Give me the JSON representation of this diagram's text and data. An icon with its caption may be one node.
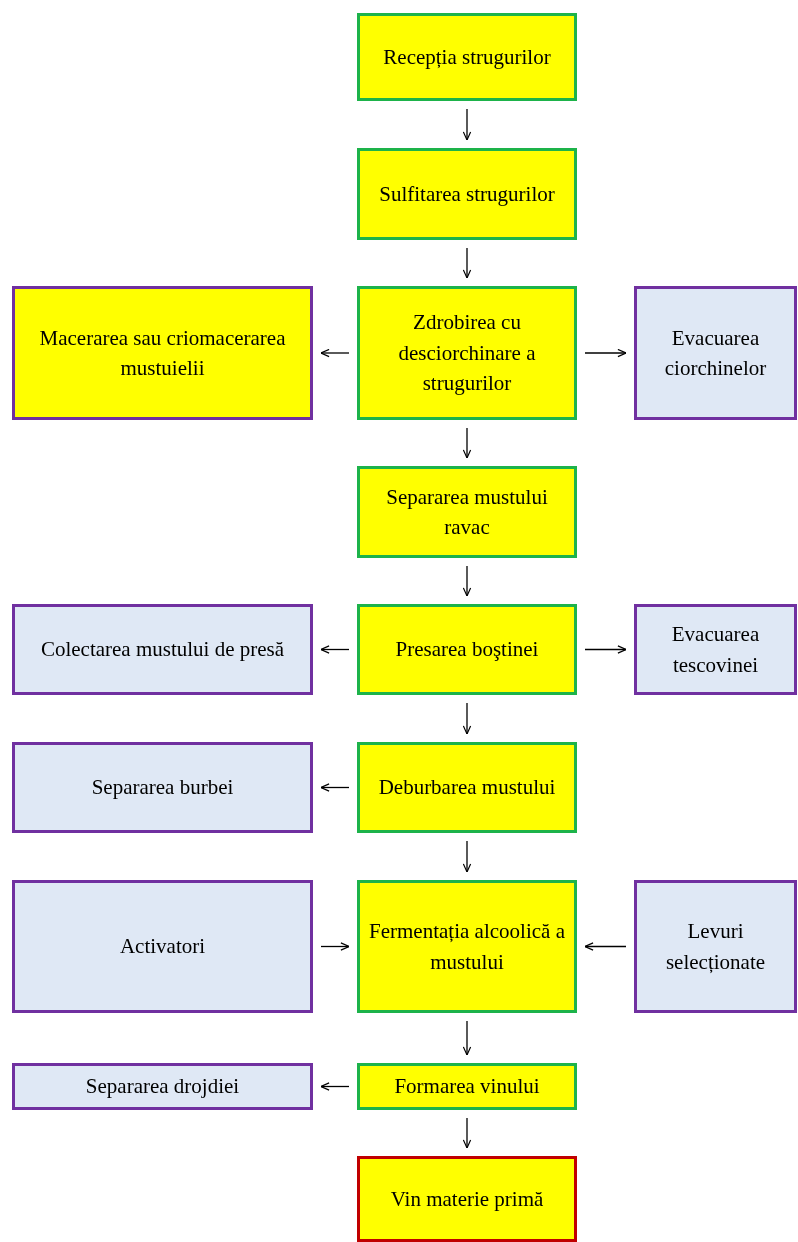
{
  "diagram": {
    "nodes": [
      {
        "text": [
          "Recepția strugurilor"
        ]
      },
      {
        "text": [
          "Sulfitarea strugurilor"
        ]
      },
      {
        "text": [
          "Macerarea sau criomacerarea  mustuielii"
        ]
      },
      {
        "text": [
          "Zdrobirea cu desciorchinare a strugurilor"
        ]
      },
      {
        "text": [
          "Evacuarea ciorchinelor"
        ]
      },
      {
        "text": [
          "Separarea mustului ravac"
        ]
      },
      {
        "text": [
          "Colectarea mustului de presă"
        ]
      },
      {
        "text": [
          "Presarea boştinei"
        ]
      },
      {
        "text": [
          "Evacuarea tescovinei"
        ]
      },
      {
        "text": [
          "Separarea burbei"
        ]
      },
      {
        "text": [
          "Deburbarea mustului"
        ]
      },
      {
        "text": [
          "Activatori"
        ]
      },
      {
        "text": [
          "Fermentația alcoolică a mustului"
        ]
      },
      {
        "text": [
          "Levuri selecționate"
        ]
      },
      {
        "text": [
          "Separarea drojdiei"
        ]
      },
      {
        "text": [
          "Formarea vinului"
        ]
      },
      {
        "text": [
          "Vin materie primă"
        ]
      }
    ],
    "edges": [
      {
        "from": 0,
        "to": 1,
        "arrow": "to"
      },
      {
        "from": 1,
        "to": 3,
        "arrow": "to"
      },
      {
        "from": 3,
        "to": 2,
        "arrow": "to"
      },
      {
        "from": 3,
        "to": 4,
        "arrow": "to"
      },
      {
        "from": 3,
        "to": 5,
        "arrow": "to"
      },
      {
        "from": 5,
        "to": 7,
        "arrow": "to"
      },
      {
        "from": 7,
        "to": 6,
        "arrow": "to"
      },
      {
        "from": 7,
        "to": 8,
        "arrow": "to"
      },
      {
        "from": 7,
        "to": 10,
        "arrow": "to"
      },
      {
        "from": 10,
        "to": 9,
        "arrow": "to"
      },
      {
        "from": 10,
        "to": 12,
        "arrow": "to"
      },
      {
        "from": 11,
        "to": 12,
        "arrow": "to"
      },
      {
        "from": 13,
        "to": 12,
        "arrow": "to"
      },
      {
        "from": 12,
        "to": 15,
        "arrow": "to"
      },
      {
        "from": 15,
        "to": 14,
        "arrow": "to"
      },
      {
        "from": 15,
        "to": 16,
        "arrow": "to"
      }
    ]
  }
}
